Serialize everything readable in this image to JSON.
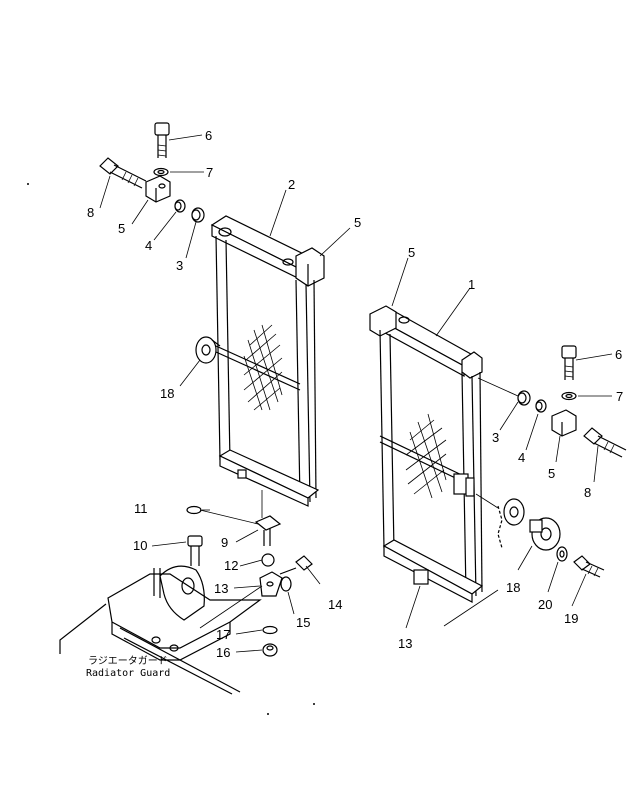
{
  "callouts": {
    "c6a": "6",
    "c7a": "7",
    "c8a": "8",
    "c5a": "5",
    "c4a": "4",
    "c3a": "3",
    "c2": "2",
    "c5b": "5",
    "c18a": "18",
    "c5c": "5",
    "c1": "1",
    "c6b": "6",
    "c7b": "7",
    "c3b": "3",
    "c4b": "4",
    "c5d": "5",
    "c8b": "8",
    "c11": "11",
    "c10": "10",
    "c9": "9",
    "c12": "12",
    "c13a": "13",
    "c14": "14",
    "c15": "15",
    "c17": "17",
    "c16": "16",
    "c13b": "13",
    "c18b": "18",
    "c20": "20",
    "c19": "19"
  },
  "guard_label": {
    "japanese": "ラジエータガード",
    "english": "Radiator  Guard"
  }
}
